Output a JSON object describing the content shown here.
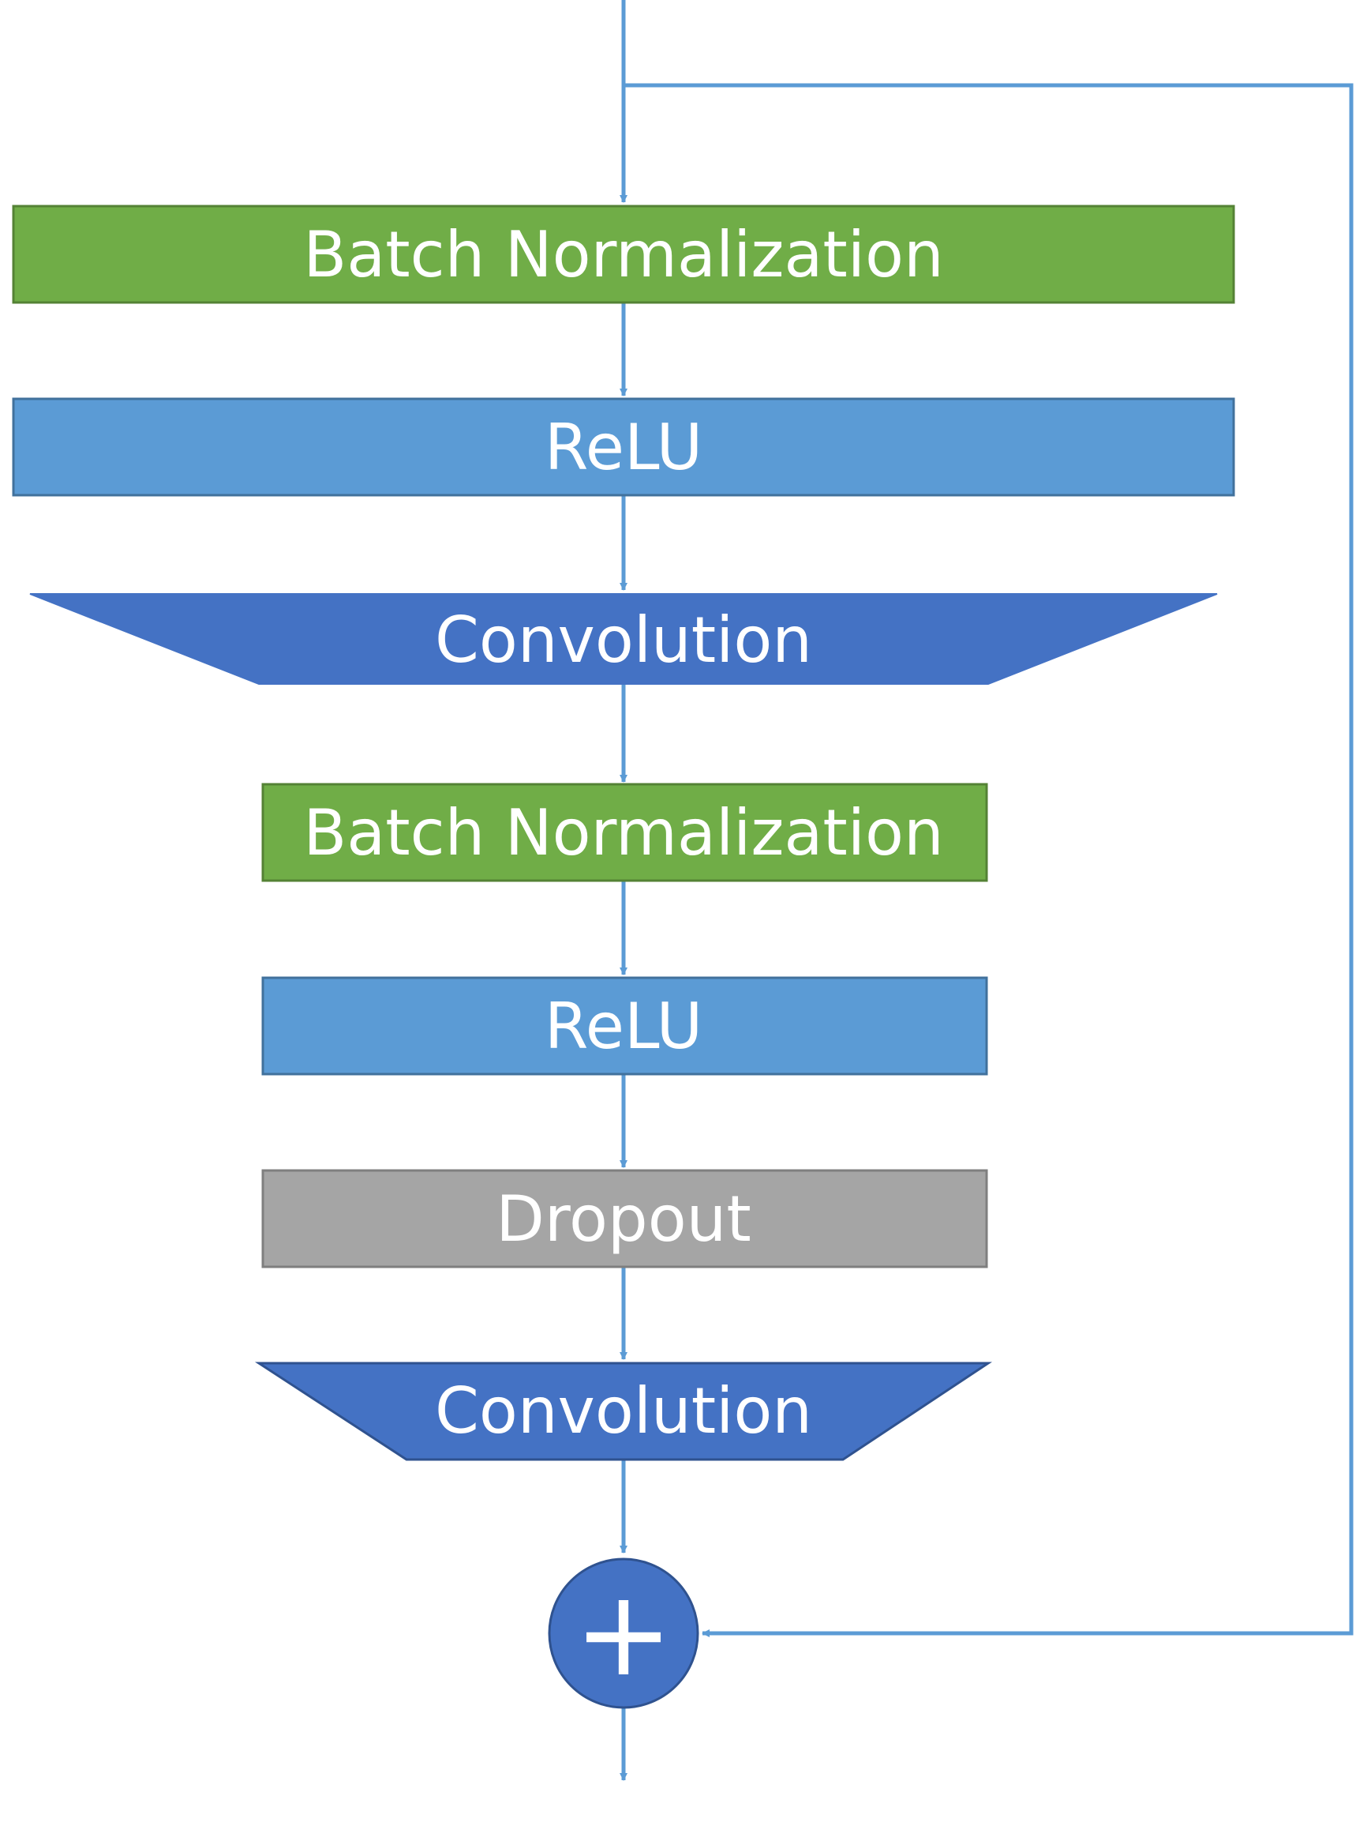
{
  "diagram": {
    "blocks": [
      {
        "id": "bn1",
        "label": "Batch Normalization",
        "kind": "batch-norm"
      },
      {
        "id": "relu1",
        "label": "ReLU",
        "kind": "relu"
      },
      {
        "id": "conv1",
        "label": "Convolution",
        "kind": "convolution"
      },
      {
        "id": "bn2",
        "label": "Batch Normalization",
        "kind": "batch-norm"
      },
      {
        "id": "relu2",
        "label": "ReLU",
        "kind": "relu"
      },
      {
        "id": "dropout",
        "label": "Dropout",
        "kind": "dropout"
      },
      {
        "id": "conv2",
        "label": "Convolution",
        "kind": "convolution"
      }
    ],
    "add_node": {
      "symbol": "+",
      "kind": "elementwise-add"
    },
    "colors": {
      "batch_norm": "#70ad47",
      "relu": "#5b9bd5",
      "convolution": "#4472c4",
      "dropout": "#a5a5a5",
      "add_node": "#4472c4",
      "arrow": "#5b9bd5"
    }
  }
}
